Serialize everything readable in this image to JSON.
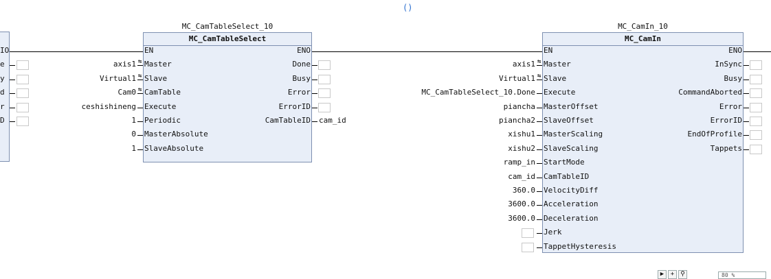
{
  "left_block": {
    "output_fragments": [
      "IO",
      "e",
      "y",
      "d",
      "r",
      "D"
    ]
  },
  "select_block": {
    "instance": "MC_CamTableSelect_10",
    "type": "MC_CamTableSelect",
    "inputs": [
      "EN",
      "Master",
      "Slave",
      "CamTable",
      "Execute",
      "Periodic",
      "MasterAbsolute",
      "SlaveAbsolute"
    ],
    "outputs": [
      "ENO",
      "Done",
      "Busy",
      "Error",
      "ErrorID",
      "CamTableID"
    ],
    "input_vars": [
      "",
      "axis1",
      "Virtual1",
      "Cam0",
      "ceshishineng",
      "1",
      "0",
      "1"
    ],
    "output_vars": [
      "",
      "",
      "",
      "",
      "",
      "cam_id"
    ]
  },
  "camin_block": {
    "instance": "MC_CamIn_10",
    "type": "MC_CamIn",
    "inputs": [
      "EN",
      "Master",
      "Slave",
      "Execute",
      "MasterOffset",
      "SlaveOffset",
      "MasterScaling",
      "SlaveScaling",
      "StartMode",
      "CamTableID",
      "VelocityDiff",
      "Acceleration",
      "Deceleration",
      "Jerk",
      "TappetHysteresis"
    ],
    "outputs": [
      "ENO",
      "InSync",
      "Busy",
      "CommandAborted",
      "Error",
      "ErrorID",
      "EndOfProfile",
      "Tappets"
    ],
    "input_vars": [
      "",
      "axis1",
      "Virtual1",
      "MC_CamTableSelect_10.Done",
      "piancha",
      "piancha2",
      "xishu1",
      "xishu2",
      "ramp_in",
      "cam_id",
      "360.0",
      "3600.0",
      "3600.0",
      "",
      ""
    ]
  },
  "top_marker": "()",
  "zoom_label": "80 %"
}
